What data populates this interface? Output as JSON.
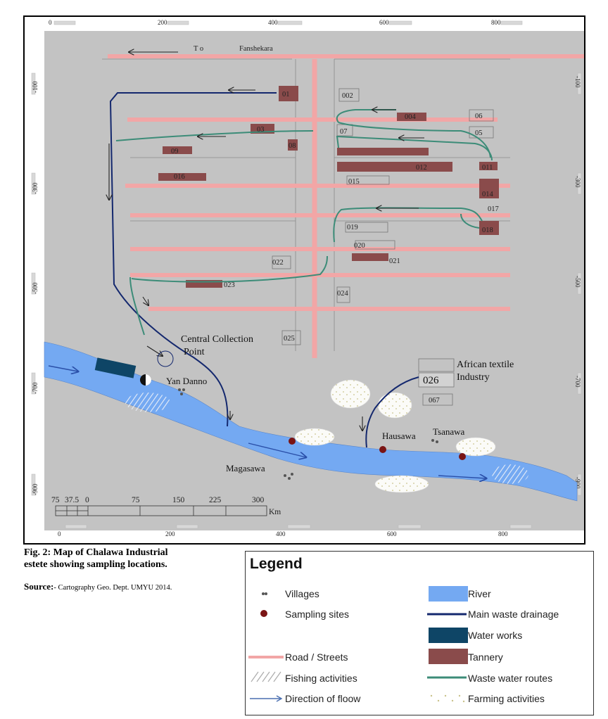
{
  "map": {
    "axis_ticks_top": [
      "0",
      "200",
      "400",
      "600",
      "800"
    ],
    "axis_ticks_bottom": [
      "0",
      "200",
      "400",
      "600",
      "800"
    ],
    "axis_ticks_left": [
      "-100",
      "-300",
      "-500",
      "-700",
      "-900"
    ],
    "axis_ticks_right": [
      "-100",
      "-300",
      "-500",
      "-700",
      "-900"
    ],
    "top_road_label_to": "T o",
    "top_road_label_place": "Fanshekara",
    "site_labels": [
      "01",
      "002",
      "004",
      "06",
      "05",
      "07",
      "03",
      "08",
      "09",
      "012",
      "011",
      "016",
      "015",
      "014",
      "017",
      "019",
      "018",
      "020",
      "021",
      "022",
      "023",
      "024",
      "025",
      "067"
    ],
    "site_026": "026",
    "central_collection": "Central Collection",
    "central_point": "Point",
    "african_textile": "African textile",
    "industry": "Industry",
    "village_yandanno": "Yan Danno",
    "village_magasawa": "Magasawa",
    "village_hausawa": "Hausawa",
    "village_tsanawa": "Tsanawa",
    "scale_numbers": [
      "75",
      "37.5",
      "0",
      "75",
      "150",
      "225",
      "300"
    ],
    "scale_unit": "Km"
  },
  "caption": {
    "line1": "Fig. 2: Map of Chalawa Industrial",
    "line2": "estete showing sampling locations.",
    "source_label": "Source:",
    "source_text": "- Cartography Geo. Dept. UMYU 2014."
  },
  "legend": {
    "title": "Legend",
    "villages": "Villages",
    "sampling_sites": "Sampling sites",
    "road_streets": "Road / Streets",
    "fishing": "Fishing activities",
    "direction": "Direction of floow",
    "river": "River",
    "main_drainage": "Main waste drainage",
    "water_works": "Water works",
    "tannery": "Tannery",
    "waste_water": "Waste water routes",
    "farming": "Farming activities"
  },
  "colors": {
    "background": "#c3c3c3",
    "river": "#74a9f2",
    "road": "#f2a6a6",
    "tannery": "#8a4b4b",
    "drainage": "#14286e",
    "waste_water": "#3c8c78",
    "water_works": "#0e4566",
    "sampling_site": "#7a1414"
  }
}
